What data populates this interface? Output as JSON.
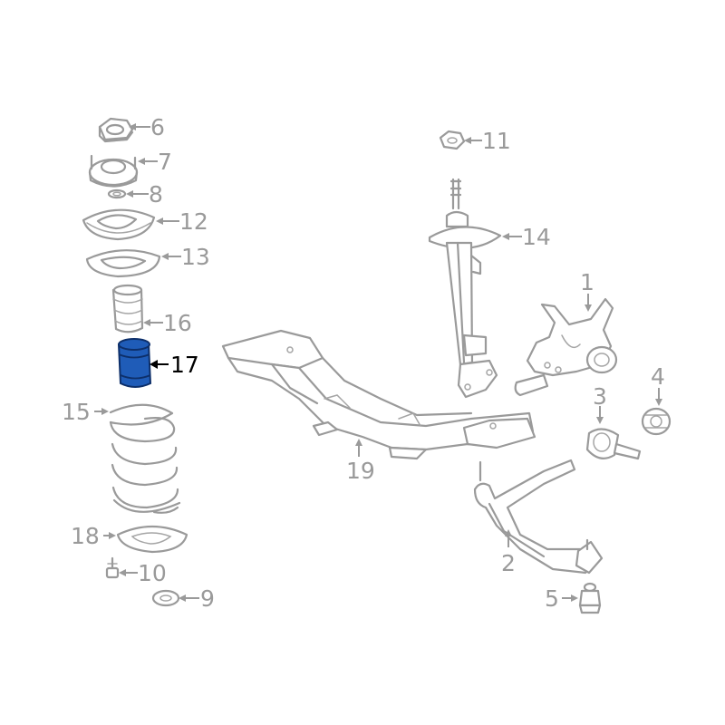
{
  "diagram": {
    "highlighted_part": "17",
    "highlight_color": "#1f5cb8",
    "part_color": "#9a9a9a",
    "labels": {
      "p1": "1",
      "p2": "2",
      "p3": "3",
      "p4": "4",
      "p5": "5",
      "p6": "6",
      "p7": "7",
      "p8": "8",
      "p9": "9",
      "p10": "10",
      "p11": "11",
      "p12": "12",
      "p13": "13",
      "p14": "14",
      "p15": "15",
      "p16": "16",
      "p17": "17",
      "p18": "18",
      "p19": "19"
    }
  }
}
